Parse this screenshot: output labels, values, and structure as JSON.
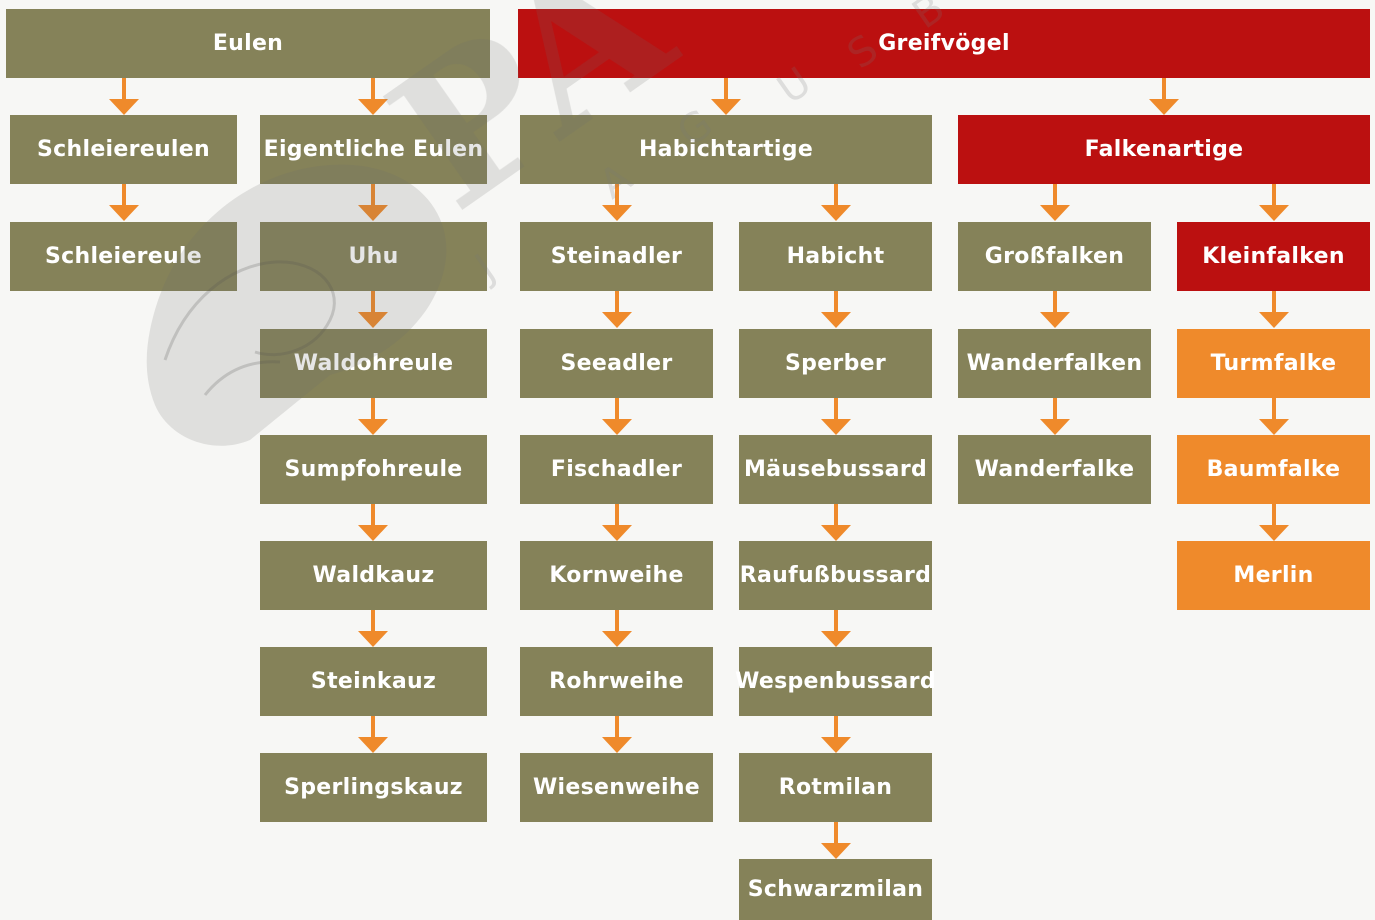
{
  "colors": {
    "olive": "#858259",
    "red": "#bb1010",
    "orange": "#ef8a2b",
    "background": "#f7f7f5"
  },
  "nodes": {
    "eulen": "Eulen",
    "greifvoegel": "Greifvögel",
    "schleiereulen": "Schleiereulen",
    "eigentliche_eulen": "Eigentliche Eulen",
    "habichtartige": "Habichtartige",
    "falkenartige": "Falkenartige",
    "schleiereule": "Schleiereule",
    "uhu": "Uhu",
    "waldohreule": "Waldohreule",
    "sumpfohreule": "Sumpfohreule",
    "waldkauz": "Waldkauz",
    "steinkauz": "Steinkauz",
    "sperlingskauz": "Sperlingskauz",
    "steinadler": "Steinadler",
    "seeadler": "Seeadler",
    "fischadler": "Fischadler",
    "kornweihe": "Kornweihe",
    "rohrweihe": "Rohrweihe",
    "wiesenweihe": "Wiesenweihe",
    "habicht": "Habicht",
    "sperber": "Sperber",
    "maeusebussard": "Mäusebussard",
    "raufussbussard": "Raufußbussard",
    "wespenbussard": "Wespenbussard",
    "rotmilan": "Rotmilan",
    "schwarzmilan": "Schwarzmilan",
    "grossfalken": "Großfalken",
    "wanderfalken": "Wanderfalken",
    "wanderfalke": "Wanderfalke",
    "kleinfalken": "Kleinfalken",
    "turmfalke": "Turmfalke",
    "baumfalke": "Baumfalke",
    "merlin": "Merlin"
  },
  "watermark": {
    "text": "PAREY",
    "subtext": "JAGDBUCH"
  }
}
